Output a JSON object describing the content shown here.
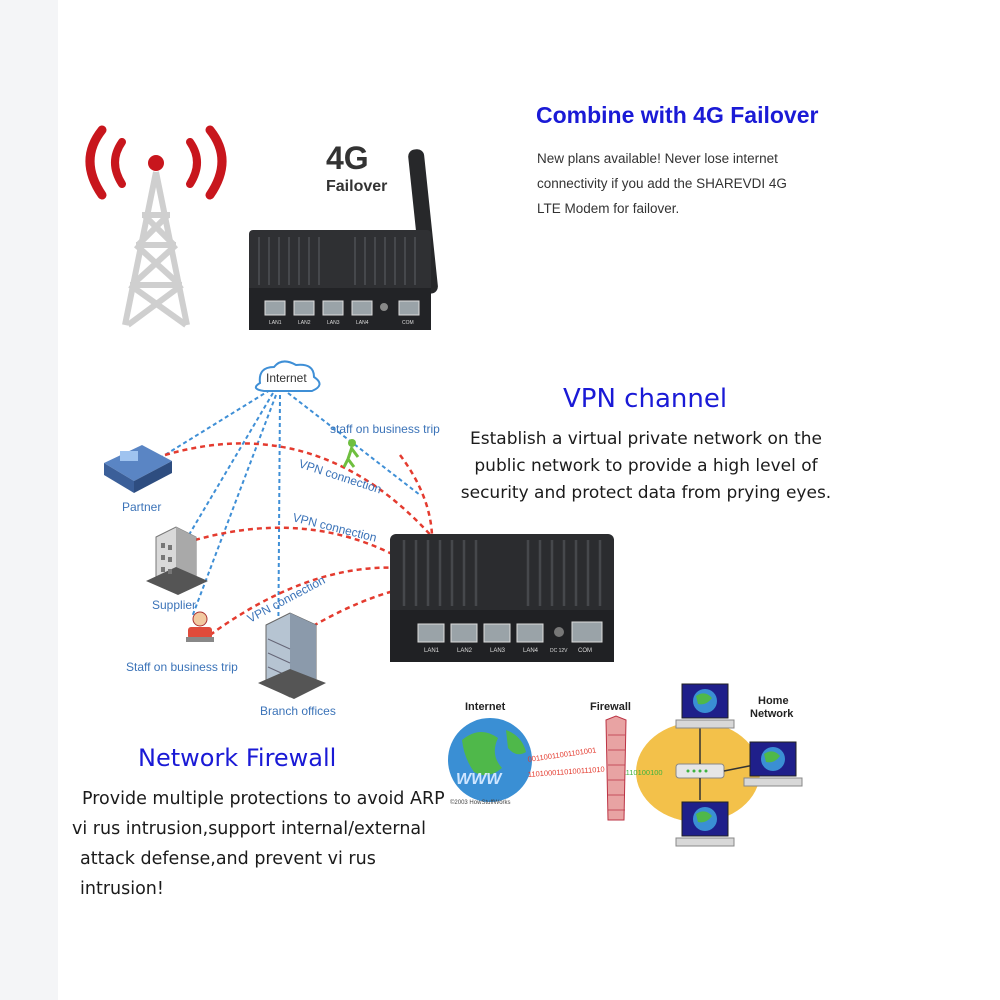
{
  "failover": {
    "title": "Combine with 4G Failover",
    "description_lines": [
      "New plans available! Never lose internet",
      "connectivity if you add the SHAREVDI 4G",
      "LTE Modem for failover."
    ],
    "badge_line1": "4G",
    "badge_line2": "Failover"
  },
  "device": {
    "port_labels": [
      "LAN1",
      "LAN2",
      "LAN3",
      "LAN4",
      "DC 12V",
      "COM"
    ]
  },
  "vpn": {
    "title": "VPN channel",
    "description_lines": [
      "Establish a virtual private network on the",
      "public network to provide a high level of",
      "security and protect data from prying eyes."
    ],
    "diagram": {
      "internet": "Internet",
      "staff_trip_top": "staff on business trip",
      "vpn_connection": "VPN connection",
      "partner": "Partner",
      "supplier": "Supplier",
      "staff_trip": "Staff on business trip",
      "branch_offices": "Branch offices"
    }
  },
  "firewall": {
    "title": "Network Firewall",
    "description_lines": [
      "Provide multiple protections to avoid ARP",
      "vi rus intrusion,support internal/external",
      "attack defense,and prevent vi rus intrusion!"
    ],
    "diagram": {
      "internet": "Internet",
      "firewall": "Firewall",
      "home_network_line1": "Home",
      "home_network_line2": "Network",
      "www": "WWW",
      "copyright": "©2003 HowStuffWorks",
      "bits_1": "00110011001101001",
      "bits_2": "1101000110100111010",
      "bits_3": "1110100100"
    }
  },
  "colors": {
    "accent_blue": "#1a1ad6",
    "vpn_line_red": "#e43b2f",
    "link_blue": "#3f8fd6",
    "signal_red": "#c8161d",
    "device_dark": "#2b2c2f",
    "lan_yellow": "#f3c14a"
  }
}
